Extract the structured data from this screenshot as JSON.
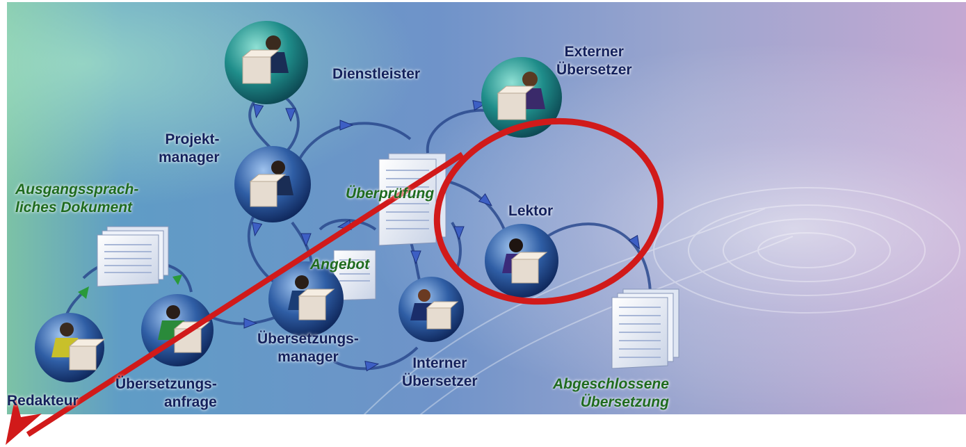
{
  "roles": {
    "dienstleister": "Dienstleister",
    "externer": [
      "Externer",
      "Übersetzer"
    ],
    "projektmanager": [
      "Projekt-",
      "manager"
    ],
    "lektor": "Lektor",
    "uebersetzungsmanager": [
      "Übersetzungs-",
      "manager"
    ],
    "interner": [
      "Interner",
      "Übersetzer"
    ],
    "redakteur": "Redakteur",
    "uebersetzungsanfrage": [
      "Übersetzungs-",
      "anfrage"
    ]
  },
  "documents": {
    "ausgang": [
      "Ausgangssprach-",
      "liches Dokument"
    ],
    "ueberpruefung": "Überprüfung",
    "angebot": "Angebot",
    "abgeschlossen": [
      "Abgeschlossene",
      "Übersetzung"
    ]
  },
  "colors": {
    "role_text": "#14215c",
    "document_text": "#1f6b1f",
    "highlight": "#d11a1a",
    "flow_arrow": "#2a49a8"
  },
  "icons": [
    "person-with-box-icon",
    "document-stack-icon",
    "flow-arrow-icon"
  ]
}
